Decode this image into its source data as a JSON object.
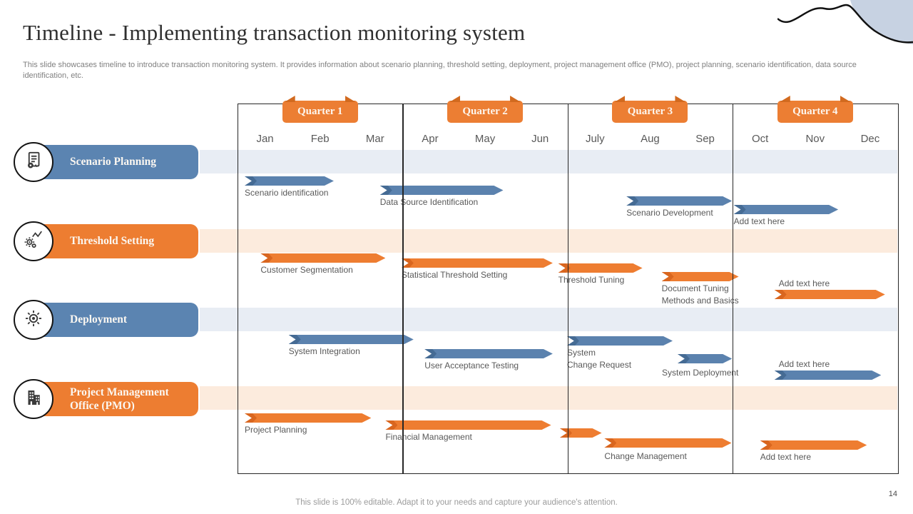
{
  "page": {
    "title": "Timeline - Implementing transaction monitoring system",
    "subtitle": "This slide showcases timeline to introduce transaction monitoring system. It provides information about scenario planning, threshold setting, deployment, project management office (PMO),  project planning, scenario identification, data source identification, etc.",
    "footer": "This slide is 100% editable. Adapt it to your needs and capture your audience's attention.",
    "page_number": "14"
  },
  "colors": {
    "blue": "#5b84b1",
    "blue_dark": "#456b94",
    "orange": "#ed7d31",
    "orange_dark": "#d9661f",
    "band_blue": "#e8edf4",
    "band_orange": "#fcebdd",
    "banner_orange": "#ec7e33",
    "grid_line": "#262626",
    "decor_blob": "#c7d2e2"
  },
  "chart_data": {
    "type": "gantt",
    "title": "Timeline - Implementing transaction monitoring system",
    "quarters": [
      "Quarter 1",
      "Quarter 2",
      "Quarter 3",
      "Quarter 4"
    ],
    "months": [
      "Jan",
      "Feb",
      "Mar",
      "Apr",
      "May",
      "Jun",
      "July",
      "Aug",
      "Sep",
      "Oct",
      "Nov",
      "Dec"
    ],
    "x_axis_unit": "month",
    "x_range": [
      0,
      12
    ],
    "rows": [
      {
        "category": "Scenario Planning",
        "color": "blue",
        "icon": "document-checklist-icon",
        "tasks": [
          {
            "label": "Scenario identification",
            "start": 0.13,
            "end": 1.75,
            "y": 247
          },
          {
            "label": "Data Source Identification",
            "start": 2.59,
            "end": 4.83,
            "y": 260
          },
          {
            "label": "Scenario Development",
            "start": 7.07,
            "end": 8.99,
            "y": 275
          },
          {
            "label": "Add text here",
            "start": 9.02,
            "end": 10.92,
            "y": 287
          }
        ]
      },
      {
        "category": "Threshold Setting",
        "color": "orange",
        "icon": "gears-trend-icon",
        "tasks": [
          {
            "label": "Customer Segmentation",
            "start": 0.42,
            "end": 2.69,
            "y": 355
          },
          {
            "label": "Statistical Threshold Setting",
            "start": 2.98,
            "end": 5.73,
            "y": 362
          },
          {
            "label": "Threshold Tuning",
            "start": 5.83,
            "end": 7.36,
            "y": 369
          },
          {
            "label": "Document Tuning\nMethods and Basics",
            "start": 7.71,
            "end": 9.11,
            "y": 381
          },
          {
            "label": "Add text here",
            "start": 9.76,
            "end": 11.77,
            "y": 406,
            "label_dx": 6,
            "label_dy": -17
          }
        ]
      },
      {
        "category": "Deployment",
        "color": "blue",
        "icon": "gear-burst-icon",
        "tasks": [
          {
            "label": "System Integration",
            "start": 0.93,
            "end": 3.2,
            "y": 469
          },
          {
            "label": "User Acceptance Testing",
            "start": 3.4,
            "end": 5.73,
            "y": 489
          },
          {
            "label": "System\nChange Request",
            "start": 5.99,
            "end": 7.91,
            "y": 471
          },
          {
            "label": "System Deployment",
            "start": 8.0,
            "end": 8.99,
            "y": 496,
            "label_dx": -22,
            "label_dy": 18
          },
          {
            "label": "Add text here",
            "start": 9.76,
            "end": 11.7,
            "y": 519,
            "label_dx": 6,
            "label_dy": -17
          }
        ]
      },
      {
        "category": "Project Management Office (PMO)",
        "color": "orange",
        "icon": "building-icon",
        "tasks": [
          {
            "label": "Project Planning",
            "start": 0.13,
            "end": 2.43,
            "y": 579
          },
          {
            "label": "Financial Management",
            "start": 2.69,
            "end": 5.7,
            "y": 589
          },
          {
            "label": "",
            "start": 5.86,
            "end": 6.62,
            "y": 600
          },
          {
            "label": "Change Management",
            "start": 6.67,
            "end": 8.98,
            "y": 614,
            "label_dy": 17
          },
          {
            "label": "Add text here",
            "start": 9.5,
            "end": 11.44,
            "y": 617
          }
        ]
      }
    ]
  }
}
